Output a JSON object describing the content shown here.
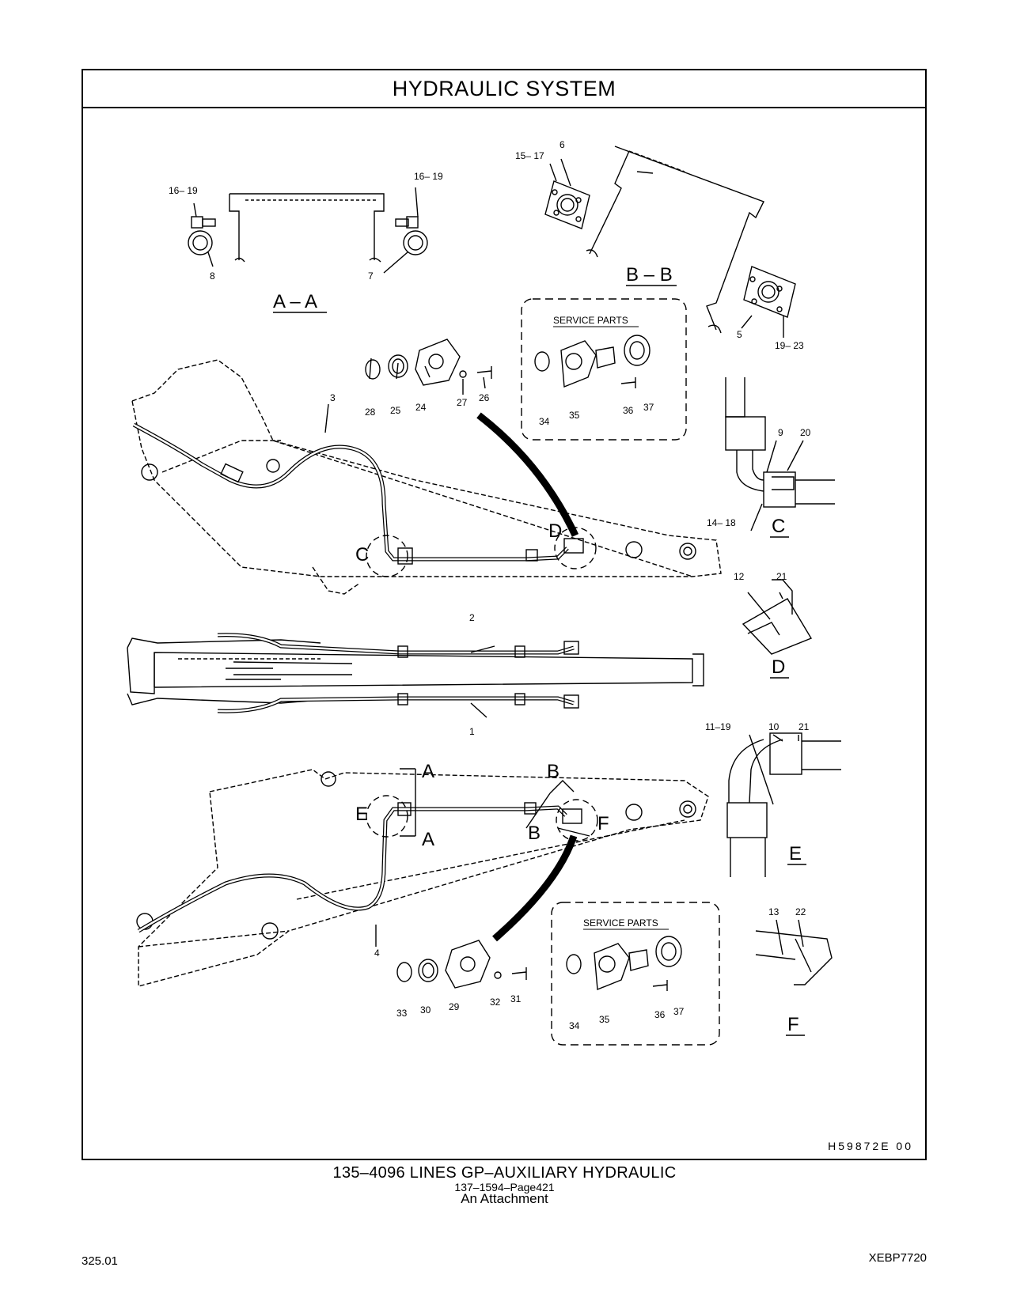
{
  "title": "HYDRAULIC   SYSTEM",
  "section_labels": {
    "aa": "A – A",
    "bb": "B – B",
    "c": "C",
    "d": "D",
    "e": "E",
    "f": "F"
  },
  "service_parts_label": "SERVICE PARTS",
  "callouts": {
    "n1": "1",
    "n2": "2",
    "n3": "3",
    "n4": "4",
    "n5": "5",
    "n6": "6",
    "n7": "7",
    "n8": "8",
    "n9": "9",
    "n10": "10",
    "n11_19": "11–19",
    "n12": "12",
    "n13": "13",
    "n14_18": "14– 18",
    "n15_17": "15– 17",
    "n16_19a": "16– 19",
    "n16_19b": "16– 19",
    "n19_23": "19– 23",
    "n20": "20",
    "n21a": "21",
    "n21b": "21",
    "n22": "22",
    "n24": "24",
    "n25": "25",
    "n26": "26",
    "n27": "27",
    "n28": "28",
    "n29": "29",
    "n30": "30",
    "n31": "31",
    "n32": "32",
    "n33": "33",
    "n34a": "34",
    "n34b": "34",
    "n35a": "35",
    "n35b": "35",
    "n36a": "36",
    "n36b": "36",
    "n37a": "37",
    "n37b": "37"
  },
  "view_markers": {
    "a": "A",
    "b": "B",
    "c": "C",
    "d": "D",
    "e": "E",
    "f": "F"
  },
  "drawing_ref": "H59872E   00",
  "caption_line1": "135–4096  LINES  GP–AUXILIARY  HYDRAULIC",
  "caption_line2": "137–1594–Page421",
  "caption_line3": "An Attachment",
  "footer_left": "325.01",
  "footer_right": "XEBP7720"
}
